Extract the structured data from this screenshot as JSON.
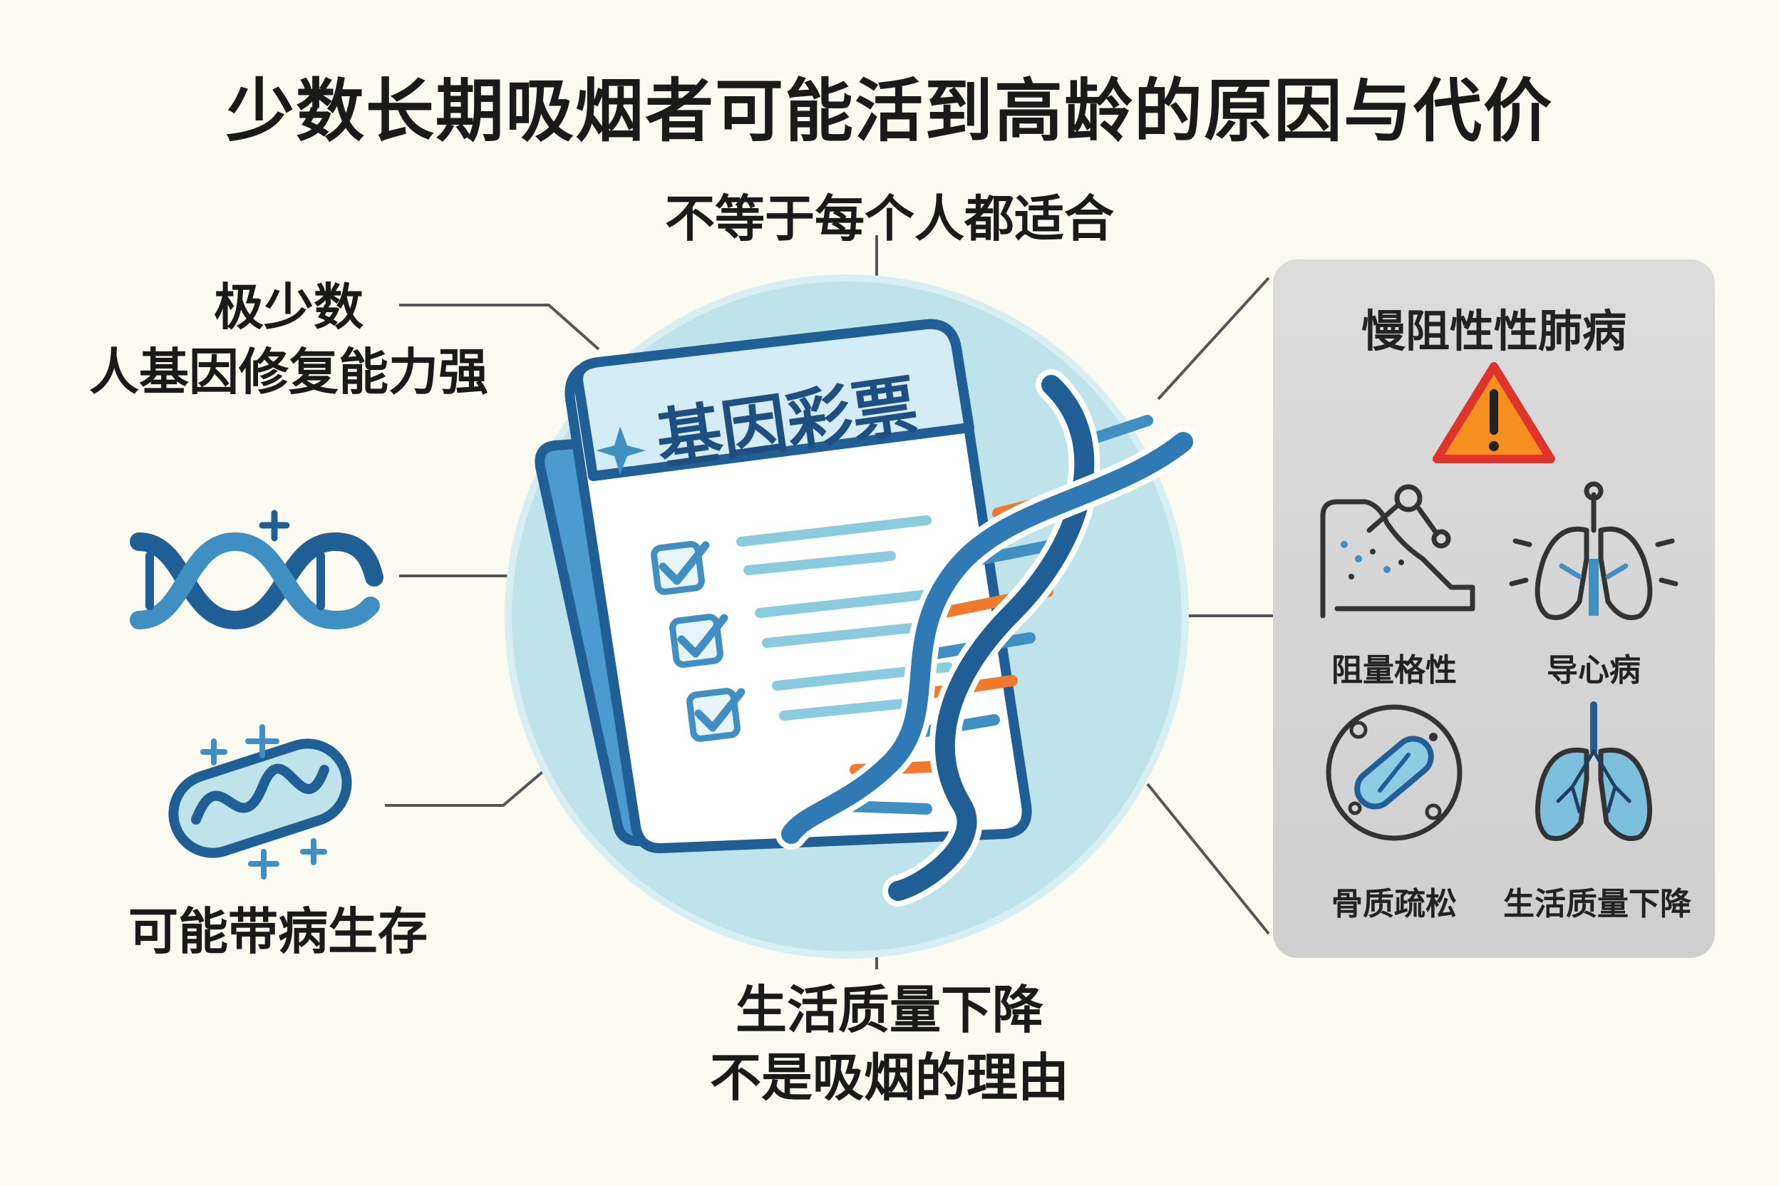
{
  "title": "少数长期吸烟者可能活到高龄的原因与代价",
  "top_label": "不等于每个人都适合",
  "left_top_label": [
    "极少数",
    "人基因修复能力强"
  ],
  "left_bottom_label": "可能带病生存",
  "bottom_label": [
    "生活质量下降",
    "不是吸烟的理由"
  ],
  "ticket": {
    "title": "基因彩票"
  },
  "panel": {
    "title": "慢阻性性肺病",
    "items": [
      {
        "label": "阻量格性",
        "icon": "lung-particles-icon"
      },
      {
        "label": "导心病",
        "icon": "lungs-icon"
      },
      {
        "label": "骨质疏松",
        "icon": "pill-icon"
      },
      {
        "label": "生活质量下降",
        "icon": "blue-lungs-icon"
      }
    ]
  },
  "colors": {
    "dark_blue": "#1f5f96",
    "mid_blue": "#3f8fc2",
    "light_blue": "#bfe3ea",
    "orange": "#f07a2a",
    "warning_red": "#e0342a",
    "warning_orange": "#f5901e"
  }
}
